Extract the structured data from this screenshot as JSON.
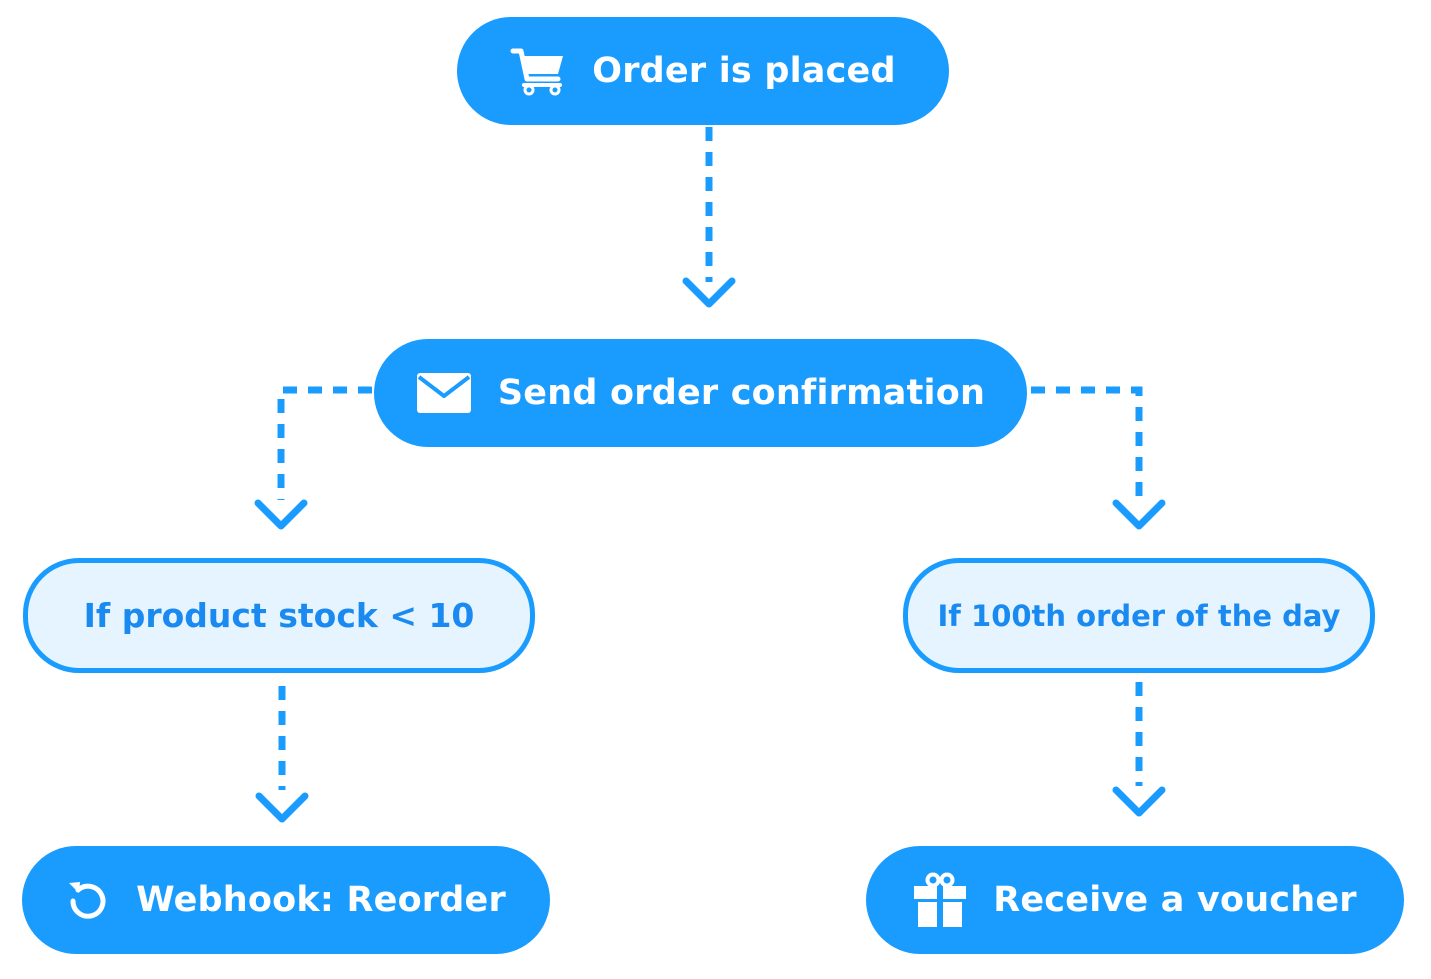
{
  "colors": {
    "accent": "#1a9cff",
    "condition_fill": "#e6f4ff",
    "condition_text": "#1a8af0",
    "action_text": "#ffffff"
  },
  "nodes": {
    "order_placed": {
      "label": "Order is placed",
      "icon": "shopping-cart-icon"
    },
    "send_confirmation": {
      "label": "Send order confirmation",
      "icon": "envelope-icon"
    },
    "stock_condition": {
      "label": "If product stock < 10"
    },
    "order_100th_condition": {
      "label": "If 100th order of the day"
    },
    "webhook_reorder": {
      "label": "Webhook: Reorder",
      "icon": "refresh-icon"
    },
    "receive_voucher": {
      "label": "Receive a voucher",
      "icon": "gift-icon"
    }
  }
}
